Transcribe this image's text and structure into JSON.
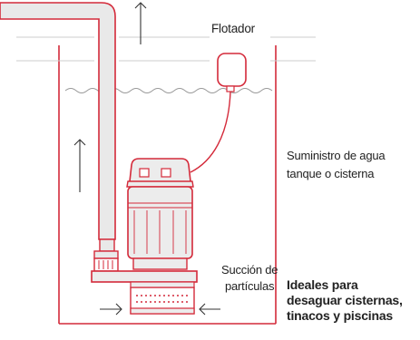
{
  "colors": {
    "accent": "#d42a3a",
    "pipe_fill": "#e9e9e9",
    "pump_fill": "#ececec",
    "water_line": "#cccccc",
    "wave": "#999999",
    "arrow": "#333333"
  },
  "labels": {
    "float": "Flotador",
    "supply": [
      "Suministro de agua",
      "tanque o cisterna"
    ],
    "particles": [
      "Succión de",
      "partículas"
    ],
    "ideal": [
      "Ideales para",
      "desaguar cisternas,",
      "tinacos y piscinas"
    ]
  },
  "icons": {
    "float_switch": "float-switch-icon",
    "pump": "submersible-pump-icon",
    "discharge_pipe": "discharge-pipe-icon"
  }
}
